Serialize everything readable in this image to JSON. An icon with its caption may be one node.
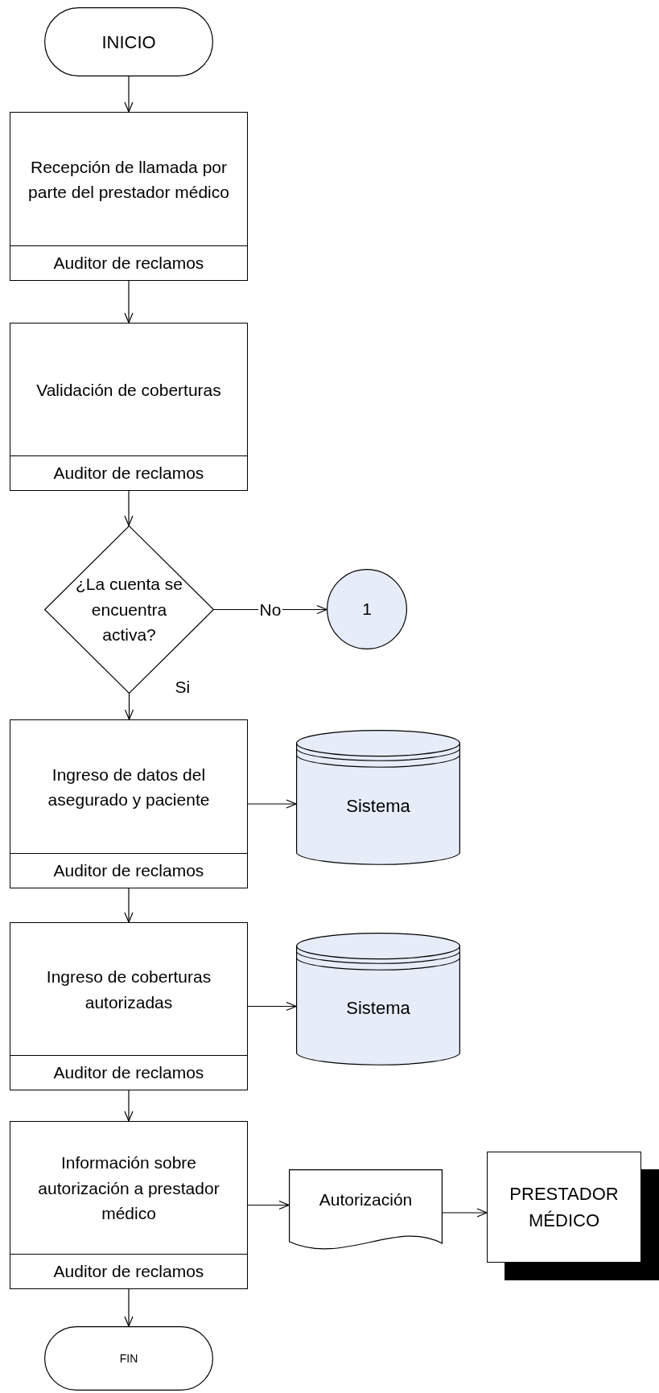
{
  "diagram": {
    "nodes": [
      {
        "text": [
          "INICIO"
        ]
      },
      {
        "text": [
          "Recepción de llamada por parte del prestador médico",
          "Auditor de reclamos"
        ]
      },
      {
        "text": [
          "Validación de coberturas",
          "Auditor de reclamos"
        ]
      },
      {
        "text": [
          "¿La cuenta se encuentra activa?"
        ]
      },
      {
        "text": [
          "1"
        ]
      },
      {
        "text": [
          "Ingreso de datos del asegurado y paciente",
          "Auditor de reclamos"
        ]
      },
      {
        "text": [
          "Sistema"
        ]
      },
      {
        "text": [
          "Ingreso de coberturas autorizadas",
          "Auditor de reclamos"
        ]
      },
      {
        "text": [
          "Sistema"
        ]
      },
      {
        "text": [
          "Información sobre autorización a prestador médico",
          "Auditor de reclamos"
        ]
      },
      {
        "text": [
          "Autorización"
        ]
      },
      {
        "text": [
          "PRESTADOR MÉDICO"
        ]
      },
      {
        "text": [
          "FIN"
        ]
      }
    ],
    "edges": [
      {
        "from": 0,
        "to": 1,
        "arrow": "to"
      },
      {
        "from": 1,
        "to": 2,
        "arrow": "to"
      },
      {
        "from": 2,
        "to": 3,
        "arrow": "to"
      },
      {
        "from": 3,
        "to": 4,
        "arrow": "to",
        "label": "No"
      },
      {
        "from": 3,
        "to": 5,
        "arrow": "to",
        "label": "Si"
      },
      {
        "from": 5,
        "to": 6,
        "arrow": "to"
      },
      {
        "from": 5,
        "to": 7,
        "arrow": "to"
      },
      {
        "from": 7,
        "to": 8,
        "arrow": "to"
      },
      {
        "from": 7,
        "to": 9,
        "arrow": "to"
      },
      {
        "from": 9,
        "to": 10,
        "arrow": "to"
      },
      {
        "from": 10,
        "to": 11,
        "arrow": "to"
      },
      {
        "from": 9,
        "to": 12,
        "arrow": "to"
      }
    ]
  }
}
